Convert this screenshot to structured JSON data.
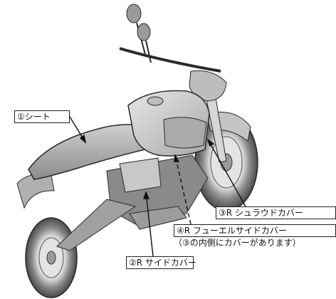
{
  "labels": {
    "seat": "①シート",
    "r_side_cover": "②R サイドカバー",
    "r_shroud_cover": "③R シュラウドカバー",
    "r_fuel_side_cover": "④R フューエルサイドカバー",
    "note": "（③の内側にカバーがあります）"
  },
  "colors": {
    "body_light": "#dcdcdc",
    "body_mid": "#b4b4b4",
    "body_dark": "#6e6e6e",
    "tire": "#5a5a5a",
    "outline": "#2a2a2a"
  }
}
